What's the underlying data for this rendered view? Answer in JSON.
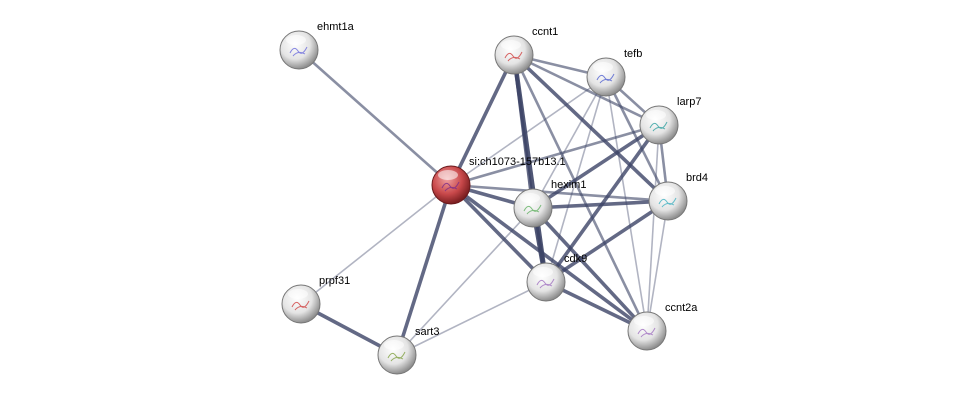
{
  "network": {
    "query_color": "#c0393b",
    "edge_color": "#3c4466",
    "nodes": [
      {
        "id": "ehmt1a",
        "label": "ehmt1a",
        "query": false
      },
      {
        "id": "ccnt1",
        "label": "ccnt1",
        "query": false
      },
      {
        "id": "tefb",
        "label": "tefb",
        "query": false
      },
      {
        "id": "larp7",
        "label": "larp7",
        "query": false
      },
      {
        "id": "si",
        "label": "si:ch1073-157b13.1",
        "query": true
      },
      {
        "id": "hexim1",
        "label": "hexim1",
        "query": false
      },
      {
        "id": "brd4",
        "label": "brd4",
        "query": false
      },
      {
        "id": "cdk9",
        "label": "cdk9",
        "query": false
      },
      {
        "id": "prpf31",
        "label": "prpf31",
        "query": false
      },
      {
        "id": "sart3",
        "label": "sart3",
        "query": false
      },
      {
        "id": "ccnt2a",
        "label": "ccnt2a",
        "query": false
      }
    ],
    "edges": [
      [
        "si",
        "ehmt1a",
        2
      ],
      [
        "si",
        "ccnt1",
        3
      ],
      [
        "si",
        "tefb",
        1
      ],
      [
        "si",
        "larp7",
        2
      ],
      [
        "si",
        "hexim1",
        3
      ],
      [
        "si",
        "brd4",
        2
      ],
      [
        "si",
        "cdk9",
        3
      ],
      [
        "si",
        "ccnt2a",
        3
      ],
      [
        "si",
        "prpf31",
        1
      ],
      [
        "si",
        "sart3",
        3
      ],
      [
        "prpf31",
        "sart3",
        3
      ],
      [
        "sart3",
        "hexim1",
        1
      ],
      [
        "sart3",
        "cdk9",
        1
      ],
      [
        "ccnt1",
        "tefb",
        2
      ],
      [
        "ccnt1",
        "larp7",
        2
      ],
      [
        "ccnt1",
        "hexim1",
        3
      ],
      [
        "ccnt1",
        "cdk9",
        4
      ],
      [
        "ccnt1",
        "brd4",
        3
      ],
      [
        "ccnt1",
        "ccnt2a",
        2
      ],
      [
        "tefb",
        "hexim1",
        1
      ],
      [
        "tefb",
        "cdk9",
        1
      ],
      [
        "tefb",
        "brd4",
        2
      ],
      [
        "tefb",
        "ccnt2a",
        1
      ],
      [
        "tefb",
        "larp7",
        2
      ],
      [
        "larp7",
        "hexim1",
        3
      ],
      [
        "larp7",
        "cdk9",
        3
      ],
      [
        "larp7",
        "brd4",
        2
      ],
      [
        "larp7",
        "ccnt2a",
        1
      ],
      [
        "hexim1",
        "brd4",
        3
      ],
      [
        "hexim1",
        "cdk9",
        4
      ],
      [
        "hexim1",
        "ccnt2a",
        3
      ],
      [
        "brd4",
        "cdk9",
        3
      ],
      [
        "brd4",
        "ccnt2a",
        1
      ],
      [
        "cdk9",
        "ccnt2a",
        3
      ]
    ]
  }
}
